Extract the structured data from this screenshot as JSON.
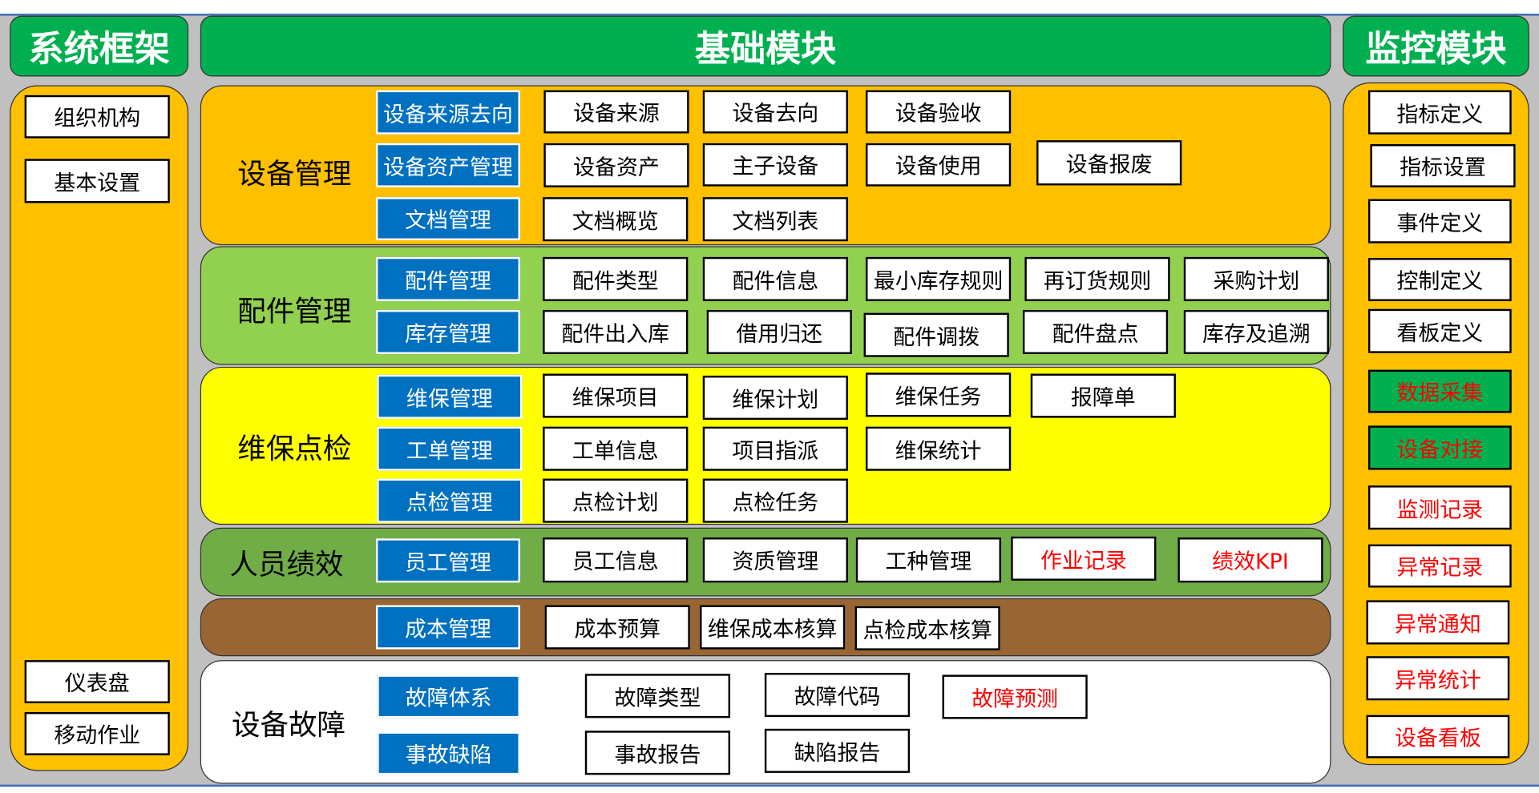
{
  "headers": {
    "system": "系统框架",
    "base": "基础模块",
    "monitor": "监控模块"
  },
  "system_panel": {
    "items": [
      "组织机构",
      "基本设置",
      "仪表盘",
      "移动作业"
    ]
  },
  "monitor_panel": {
    "items": [
      {
        "label": "指标定义",
        "style": "normal"
      },
      {
        "label": "指标设置",
        "style": "normal"
      },
      {
        "label": "事件定义",
        "style": "normal"
      },
      {
        "label": "控制定义",
        "style": "normal"
      },
      {
        "label": "看板定义",
        "style": "normal"
      },
      {
        "label": "数据采集",
        "style": "green"
      },
      {
        "label": "设备对接",
        "style": "green"
      },
      {
        "label": "监测记录",
        "style": "red"
      },
      {
        "label": "异常记录",
        "style": "red"
      },
      {
        "label": "异常通知",
        "style": "red"
      },
      {
        "label": "异常统计",
        "style": "red"
      },
      {
        "label": "设备看板",
        "style": "red"
      }
    ]
  },
  "sections": {
    "equipment": {
      "title": "设备管理",
      "color": "#ffc000",
      "categories": [
        "设备来源去向",
        "设备资产管理",
        "文档管理"
      ],
      "items": [
        "设备来源",
        "设备去向",
        "设备验收",
        "设备资产",
        "主子设备",
        "设备使用",
        "设备报废",
        "文档概览",
        "文档列表"
      ]
    },
    "parts": {
      "title": "配件管理",
      "color": "#92d050",
      "categories": [
        "配件管理",
        "库存管理"
      ],
      "items": [
        "配件类型",
        "配件信息",
        "最小库存规则",
        "再订货规则",
        "采购计划",
        "配件出入库",
        "借用归还",
        "配件调拨",
        "配件盘点",
        "库存及追溯"
      ]
    },
    "maintenance": {
      "title": "维保点检",
      "color": "#ffff00",
      "categories": [
        "维保管理",
        "工单管理",
        "点检管理"
      ],
      "items": [
        "维保项目",
        "维保计划",
        "维保任务",
        "报障单",
        "工单信息",
        "项目指派",
        "维保统计",
        "点检计划",
        "点检任务"
      ]
    },
    "staff": {
      "title": "人员绩效",
      "color": "#70ad47",
      "categories": [
        "员工管理"
      ],
      "items": [
        {
          "label": "员工信息",
          "style": "normal"
        },
        {
          "label": "资质管理",
          "style": "normal"
        },
        {
          "label": "工种管理",
          "style": "normal"
        },
        {
          "label": "作业记录",
          "style": "red"
        },
        {
          "label": "绩效KPI",
          "style": "red"
        }
      ]
    },
    "cost": {
      "color": "#996633",
      "categories": [
        "成本管理"
      ],
      "items": [
        "成本预算",
        "维保成本核算",
        "点检成本核算"
      ]
    },
    "fault": {
      "title": "设备故障",
      "color": "#ffffff",
      "categories": [
        "故障体系",
        "事故缺陷"
      ],
      "items": [
        {
          "label": "故障类型",
          "style": "normal"
        },
        {
          "label": "故障代码",
          "style": "normal"
        },
        {
          "label": "故障预测",
          "style": "red"
        },
        {
          "label": "事故报告",
          "style": "normal"
        },
        {
          "label": "缺陷报告",
          "style": "normal"
        }
      ]
    }
  }
}
